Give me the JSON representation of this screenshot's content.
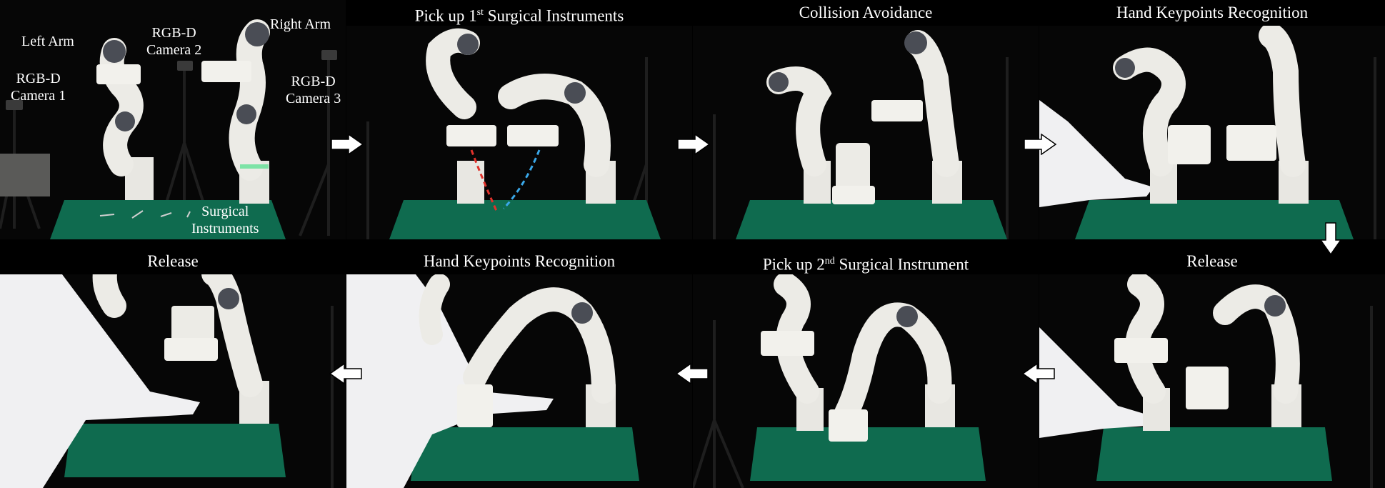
{
  "panels": [
    {
      "id": "p1",
      "title": "",
      "title_sup": "",
      "title_rest": ""
    },
    {
      "id": "p2",
      "title": "Pick up 1",
      "title_sup": "st",
      "title_rest": " Surgical Instruments"
    },
    {
      "id": "p3",
      "title": "Collision Avoidance",
      "title_sup": "",
      "title_rest": ""
    },
    {
      "id": "p4",
      "title": "Hand Keypoints Recognition",
      "title_sup": "",
      "title_rest": ""
    },
    {
      "id": "p5",
      "title": "Release",
      "title_sup": "",
      "title_rest": ""
    },
    {
      "id": "p6",
      "title": "Hand Keypoints Recognition",
      "title_sup": "",
      "title_rest": ""
    },
    {
      "id": "p7",
      "title": "Pick up 2",
      "title_sup": "nd",
      "title_rest": " Surgical Instrument"
    },
    {
      "id": "p8",
      "title": "Release",
      "title_sup": "",
      "title_rest": ""
    }
  ],
  "labels": {
    "left_arm": "Left Arm",
    "camera1_line1": "RGB-D",
    "camera1_line2": "Camera 1",
    "camera2_line1": "RGB-D",
    "camera2_line2": "Camera 2",
    "right_arm": "Right Arm",
    "camera3_line1": "RGB-D",
    "camera3_line2": "Camera 3",
    "instruments_line1": "Surgical",
    "instruments_line2": "Instruments"
  },
  "colors": {
    "background": "#000000",
    "table_green": "#0f6b4f",
    "robot_white": "#ecebe6",
    "robot_joint": "#4a4d55",
    "arrow_white": "#ffffff",
    "trajectory_red": "#e0322b",
    "trajectory_blue": "#3aa7e8"
  },
  "icons": {
    "flow_arrow_right": "arrow-right-icon",
    "flow_arrow_down": "arrow-down-icon",
    "flow_arrow_left": "arrow-left-icon"
  }
}
